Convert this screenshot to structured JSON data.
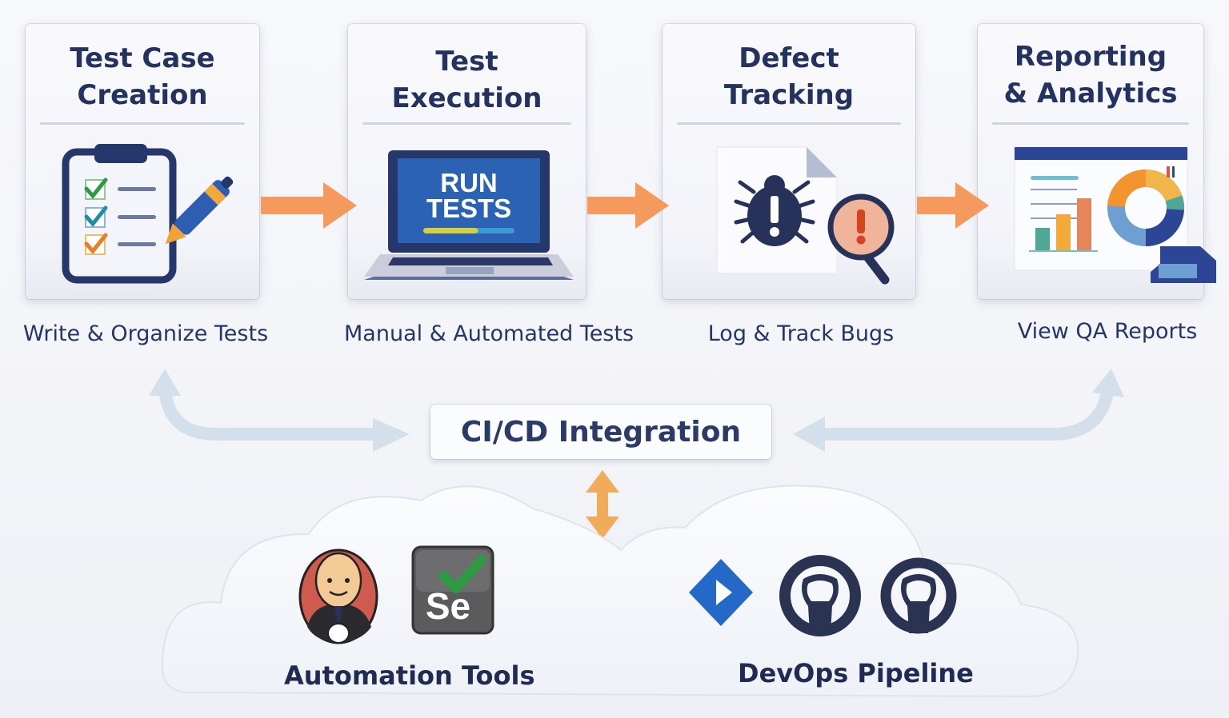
{
  "stages": [
    {
      "title": "Test Case\nCreation",
      "caption": "Write & Organize Tests",
      "icon": "clipboard-checklist-icon"
    },
    {
      "title": "Test\nExecution",
      "caption": "Manual & Automated Tests",
      "icon": "laptop-run-tests-icon"
    },
    {
      "title": "Defect\nTracking",
      "caption": "Log & Track Bugs",
      "icon": "bug-report-icon"
    },
    {
      "title": "Reporting\n& Analytics",
      "caption": "View QA Reports",
      "icon": "dashboard-report-icon"
    }
  ],
  "laptop_screen": {
    "line1": "RUN",
    "line2": "TESTS",
    "progress": 0.6
  },
  "cicd": {
    "label": "CI/CD Integration"
  },
  "cloud": {
    "automation": {
      "label": "Automation Tools",
      "tools": [
        "Jenkins",
        "Selenium"
      ],
      "selenium_text": "Se"
    },
    "devops": {
      "label": "DevOps Pipeline",
      "tools": [
        "Jira",
        "GitHub",
        "GitHub"
      ]
    }
  },
  "colors": {
    "navy": "#23325f",
    "orange_arrow": "#f39a5c",
    "light_arrow": "#d3e0ec",
    "cicd_arrow": "#f0ac5b",
    "jira_blue": "#2469c7",
    "github_dark": "#2a3352"
  }
}
